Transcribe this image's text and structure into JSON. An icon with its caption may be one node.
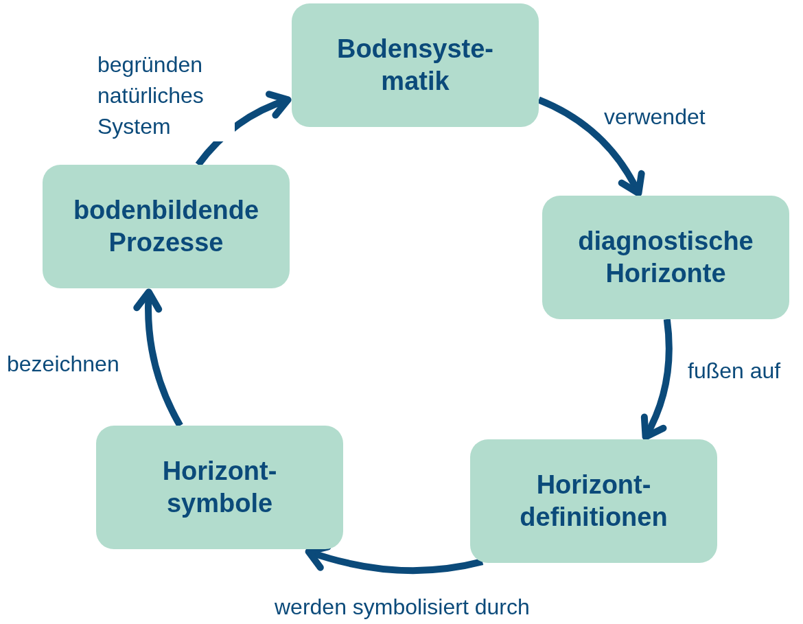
{
  "diagram": {
    "nodes": [
      {
        "text": [
          "Bodensyste-matik"
        ]
      },
      {
        "text": [
          "diagnostische Horizonte"
        ]
      },
      {
        "text": [
          "Horizont-definitionen"
        ]
      },
      {
        "text": [
          "Horizont-symbole"
        ]
      },
      {
        "text": [
          "bodenbildende Prozesse"
        ]
      }
    ],
    "edges": [
      {
        "from": 0,
        "to": 1,
        "arrow": "to",
        "label": "verwendet"
      },
      {
        "from": 1,
        "to": 2,
        "arrow": "to",
        "label": "fußen auf"
      },
      {
        "from": 2,
        "to": 3,
        "arrow": "to",
        "label": "werden symbolisiert durch"
      },
      {
        "from": 3,
        "to": 4,
        "arrow": "to",
        "label": "bezeichnen"
      },
      {
        "from": 4,
        "to": 0,
        "arrow": "to",
        "label": "begründen natürliches System"
      }
    ]
  }
}
